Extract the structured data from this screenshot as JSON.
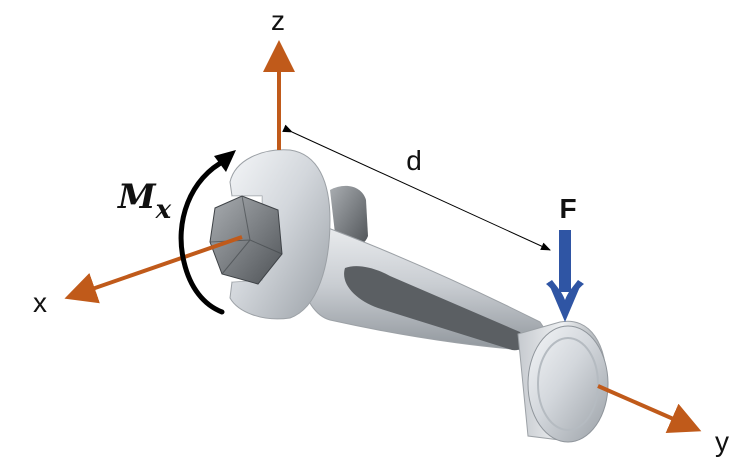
{
  "labels": {
    "z_axis": "z",
    "x_axis": "x",
    "y_axis": "y",
    "distance": "d",
    "force": "F",
    "moment_main": "M",
    "moment_sub": "x"
  },
  "colors": {
    "axis": "#c05a1a",
    "force": "#2f55a4",
    "moment": "#000000",
    "dimension": "#000000",
    "wrench_light": "#e6e9ed",
    "wrench_mid": "#b9bec4",
    "wrench_dark": "#6e7378",
    "slot": "#5b5f63"
  }
}
